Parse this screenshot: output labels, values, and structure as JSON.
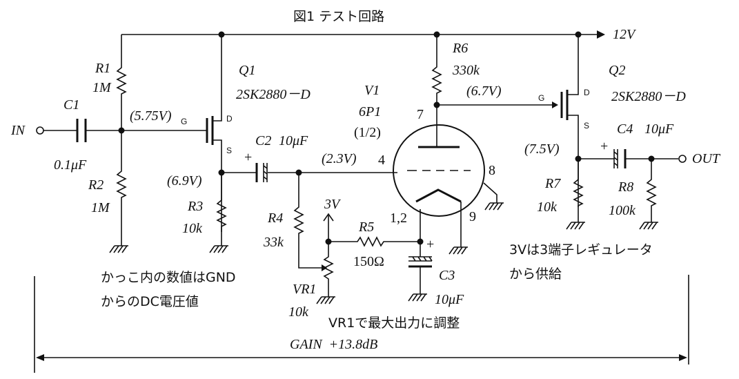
{
  "title": "図1 テスト回路",
  "supply": "12V",
  "input_label": "IN",
  "output_label": "OUT",
  "components": {
    "R1": {
      "name": "R1",
      "value": "1M"
    },
    "R2": {
      "name": "R2",
      "value": "1M"
    },
    "C1": {
      "name": "C1",
      "value": "0.1μF"
    },
    "Q1": {
      "name": "Q1",
      "part": "2SK2880－D"
    },
    "C2": {
      "name": "C2",
      "value": "10μF"
    },
    "R3": {
      "name": "R3",
      "value": "10k"
    },
    "R4": {
      "name": "R4",
      "value": "33k"
    },
    "VR1": {
      "name": "VR1",
      "value": "10k"
    },
    "R5": {
      "name": "R5",
      "value": "150Ω"
    },
    "C3": {
      "name": "C3",
      "value": "10μF"
    },
    "R6": {
      "name": "R6",
      "value": "330k"
    },
    "V1": {
      "name": "V1",
      "part": "6P1",
      "section": "(1/2)"
    },
    "Q2": {
      "name": "Q2",
      "part": "2SK2880－D"
    },
    "C4": {
      "name": "C4",
      "value": "10μF"
    },
    "R7": {
      "name": "R7",
      "value": "10k"
    },
    "R8": {
      "name": "R8",
      "value": "100k"
    }
  },
  "voltages": {
    "q1_gate": "(5.75V)",
    "q1_source": "(6.9V)",
    "v1_grid": "(2.3V)",
    "v1_plate": "(6.7V)",
    "q2_source": "(7.5V)"
  },
  "pins": {
    "plate": "7",
    "grid": "4",
    "screen": "8",
    "cathode": "1,2",
    "pin9": "9"
  },
  "fet_pins": {
    "g": "G",
    "d": "D",
    "s": "S"
  },
  "bias_source": "3V",
  "notes": {
    "dc_note_line1": "かっこ内の数値はGND",
    "dc_note_line2": "からのDC電圧値",
    "regulator_line1": "3Vは3端子レギュレータ",
    "regulator_line2": "から供給",
    "adjust": "VR1で最大出力に調整"
  },
  "gain": "GAIN  +13.8dB"
}
